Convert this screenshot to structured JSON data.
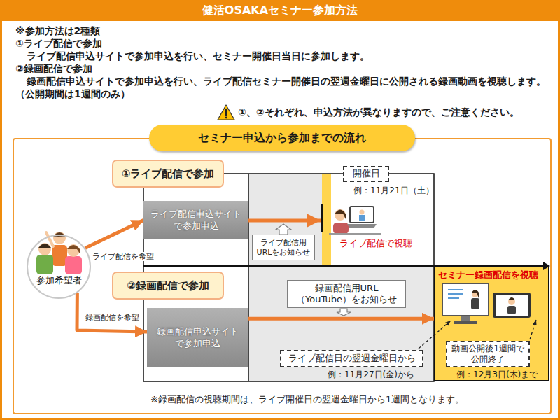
{
  "diagram": {
    "title": "健活OSAKAセミナー参加方法",
    "nodes": [
      {
        "text": [
          "セミナー申込から参加までの流れ"
        ]
      },
      {
        "text": [
          "参加希望者"
        ],
        "in": 0
      },
      {
        "text": [
          "①ライブ配信で参加"
        ],
        "in": 0
      },
      {
        "text": [
          "ライブ配信申込サイトで参加申込"
        ],
        "in": 0
      },
      {
        "text": [
          "ライブ配信用URLをお知らせ"
        ],
        "in": 0
      },
      {
        "text": [
          "開催日"
        ],
        "in": 0
      },
      {
        "text": [
          "②録画配信で参加"
        ],
        "in": 0
      },
      {
        "text": [
          "録画配信申込サイトで参加申込"
        ],
        "in": 0
      },
      {
        "text": [
          "録画配信用URL（YouTube）をお知らせ"
        ],
        "in": 0
      },
      {
        "text": [
          "ライブ配信日の翌週金曜日から"
        ],
        "in": 0
      },
      {
        "text": [
          "セミナー録画配信を視聴"
        ],
        "in": 0
      },
      {
        "text": [
          "動画公開後1週間で公開終了"
        ],
        "in": 10
      }
    ],
    "edges": [
      {
        "from": 1,
        "to": 3,
        "arrow": "to",
        "label": "ライブ配信を希望"
      },
      {
        "from": 1,
        "to": 7,
        "arrow": "to",
        "label": "録画配信を希望"
      },
      {
        "from": 7,
        "to": 10,
        "arrow": "to"
      }
    ],
    "labels": [
      "※参加方法は2種類",
      "①ライブ配信で参加",
      "ライブ配信申込サイトで参加申込を行い、セミナー開催日当日に参加します。",
      "②録画配信で参加",
      "録画配信申込サイトで参加申込を行い、ライブ配信セミナー開催日の翌週金曜日に公開される録画動画を視聴します。（公開期間は1週間のみ）",
      "①、②それぞれ、申込方法が異なりますので、ご注意ください。",
      "例：11月21日（土）",
      "ライブ配信で視聴",
      "例：11月27日(金)から",
      "例：12月3日(木)まで",
      "※録画配信の視聴期間は、ライブ開催日の翌週金曜日から1週間となります。"
    ]
  }
}
